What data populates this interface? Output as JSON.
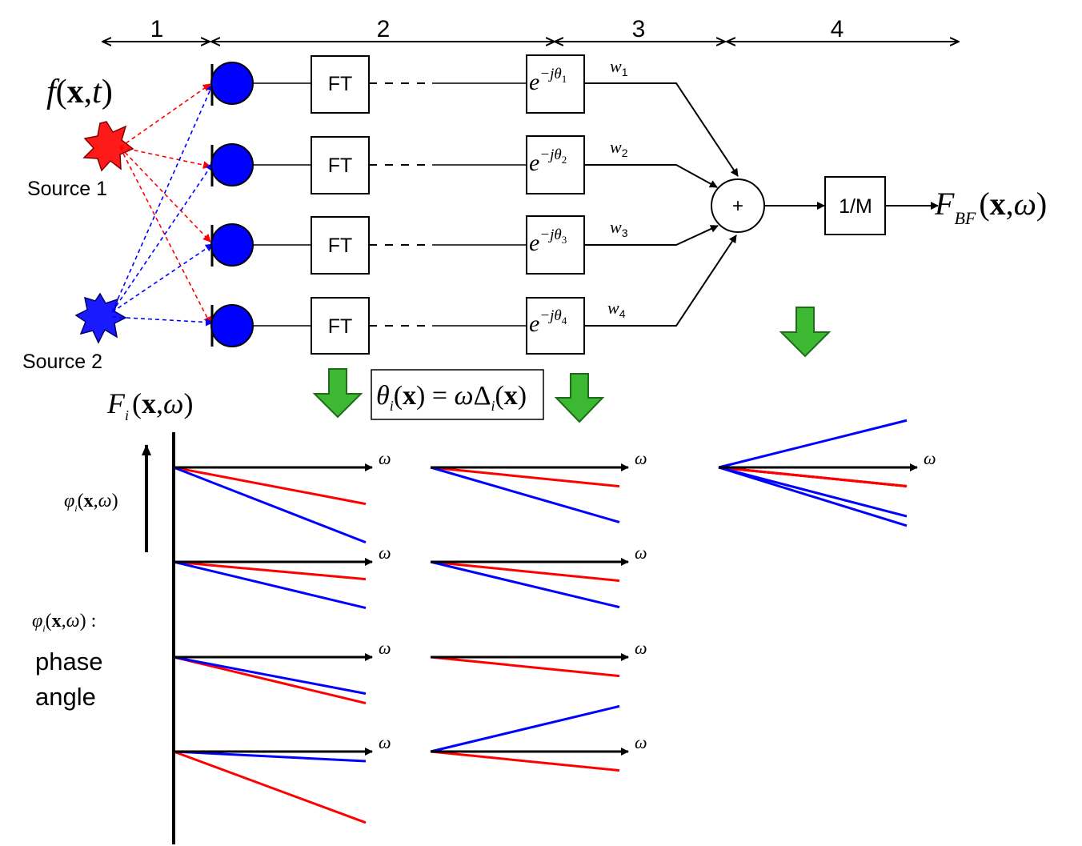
{
  "stages": [
    {
      "label": "1"
    },
    {
      "label": "2"
    },
    {
      "label": "3"
    },
    {
      "label": "4"
    }
  ],
  "signal_label": {
    "f": "f",
    "open": "(",
    "x": "x",
    "sep": ",",
    "t": "t",
    "close": ")"
  },
  "sources": [
    {
      "label": "Source 1",
      "color": "#ff1a1a"
    },
    {
      "label": "Source 2",
      "color": "#1a1aff"
    }
  ],
  "colors": {
    "sensor": "#0000ff",
    "red_ray": "#ff0000",
    "blue_ray": "#0000ff",
    "arrow_green": "#3cb832",
    "axis": "#000000"
  },
  "channels": [
    {
      "ft_label": "FT",
      "phase_base": "e",
      "phase_exp": "−jθ",
      "phase_sub": "1",
      "weight": "w",
      "weight_sub": "1"
    },
    {
      "ft_label": "FT",
      "phase_base": "e",
      "phase_exp": "−jθ",
      "phase_sub": "2",
      "weight": "w",
      "weight_sub": "2"
    },
    {
      "ft_label": "FT",
      "phase_base": "e",
      "phase_exp": "−jθ",
      "phase_sub": "3",
      "weight": "w",
      "weight_sub": "3"
    },
    {
      "ft_label": "FT",
      "phase_base": "e",
      "phase_exp": "−jθ",
      "phase_sub": "4",
      "weight": "w",
      "weight_sub": "4"
    }
  ],
  "summer_label": "+",
  "normalizer_label": "1/M",
  "output_label": {
    "F": "F",
    "sub": "BF",
    "open": "(",
    "x": "x",
    "sep": ",",
    "w": "ω",
    "close": ")"
  },
  "theta_equation": {
    "theta": "θ",
    "sub_i": "i",
    "open": "(",
    "x": "x",
    "close_eq": ") = ",
    "omega": "ω",
    "delta": "Δ",
    "sub_i2": "i",
    "open2": "(",
    "x2": "x",
    "close2": ")"
  },
  "fi_label": {
    "F": "F",
    "sub": "i",
    "open": "(",
    "x": "x",
    "sep": ",",
    "w": "ω",
    "close": ")"
  },
  "phi_axis_label": {
    "phi": "φ",
    "sub": "i",
    "open": "(",
    "x": "x",
    "sep": ",",
    "w": "ω",
    "close": ")"
  },
  "phi_legend_label": {
    "phi": "φ",
    "sub": "i",
    "open": "(",
    "x": "x",
    "sep": ",",
    "w": "ω",
    "close": ") :"
  },
  "phi_legend_text": [
    "phase",
    "angle"
  ],
  "omega": "ω",
  "plots": {
    "spectra": [
      {
        "red_slope": -0.19,
        "blue_slope": -0.39
      },
      {
        "red_slope": -0.09,
        "blue_slope": -0.24
      },
      {
        "red_slope": -0.24,
        "blue_slope": -0.19
      },
      {
        "red_slope": -0.37,
        "blue_slope": -0.05
      }
    ],
    "after_shift": [
      {
        "red_slope": -0.1,
        "blue_slope": -0.29
      },
      {
        "red_slope": -0.1,
        "blue_slope": -0.24
      },
      {
        "red_slope": -0.1,
        "blue_slope": 0.0
      },
      {
        "red_slope": -0.1,
        "blue_slope": 0.24
      }
    ],
    "combined": {
      "red_slopes": [
        -0.1,
        -0.1,
        -0.1,
        -0.1
      ],
      "blue_slopes": [
        0.25,
        0.0,
        -0.26,
        -0.31
      ]
    }
  }
}
